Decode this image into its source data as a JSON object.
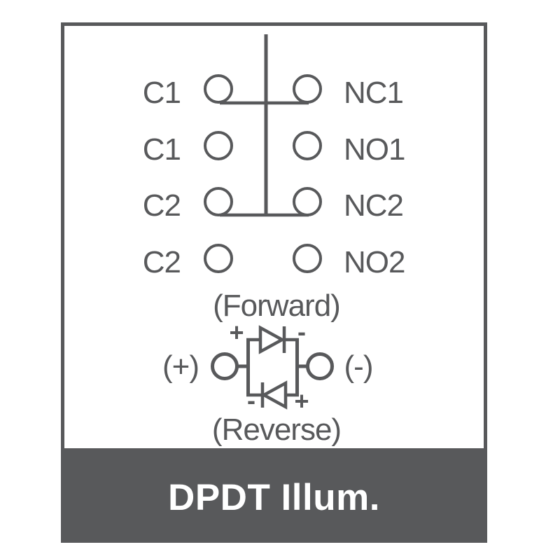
{
  "footer": {
    "label": "DPDT Illum."
  },
  "colors": {
    "ink": "#58595b",
    "footer_bg": "#58595b",
    "footer_text": "#ffffff",
    "page_bg": "#ffffff"
  },
  "schematic": {
    "rows": [
      {
        "left": "C1",
        "right": "NC1",
        "connected": true
      },
      {
        "left": "C1",
        "right": "NO1",
        "connected": false
      },
      {
        "left": "C2",
        "right": "NC2",
        "connected": true
      },
      {
        "left": "C2",
        "right": "NO2",
        "connected": false
      }
    ],
    "led": {
      "top_caption": "(Forward)",
      "bottom_caption": "(Reverse)",
      "positive_terminal": "(+)",
      "negative_terminal": "(-)",
      "forward_anode_sign": "+",
      "forward_cathode_sign": "-",
      "reverse_cathode_sign": "-",
      "reverse_anode_sign": "+"
    }
  }
}
